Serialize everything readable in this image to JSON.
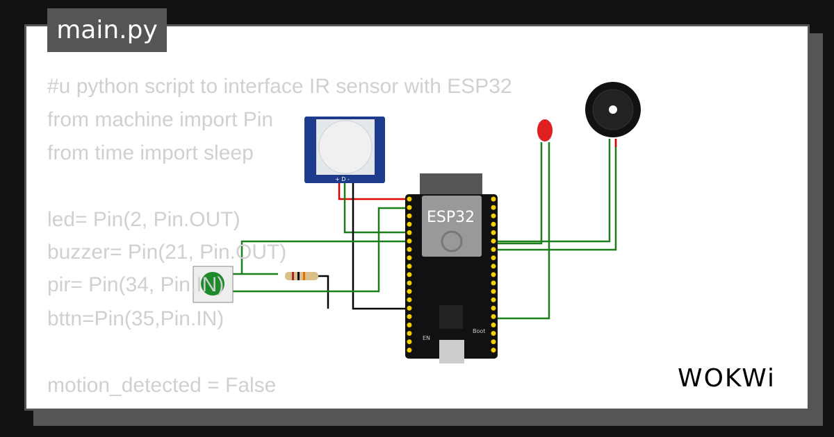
{
  "file_tab": {
    "label": "main.py"
  },
  "code": {
    "lines": [
      "#u python script to interface IR sensor with ESP32",
      "from machine import Pin",
      "from time import sleep",
      "",
      "led= Pin(2, Pin.OUT)",
      "buzzer= Pin(21, Pin.OUT)",
      "pir= Pin(34, Pin.IN)",
      "bttn=Pin(35,Pin.IN)",
      "",
      "motion_detected = False"
    ]
  },
  "circuit": {
    "board_label": "ESP32",
    "pir_pins": "+ D -",
    "boot_label": "Boot",
    "en_label": "EN",
    "wire_color": "#1a7f1a",
    "power_wire_color": "#e00000",
    "led_color": "#e02020",
    "button_color": "#1f8a2a"
  },
  "brand": {
    "logo": "WOKWi"
  }
}
